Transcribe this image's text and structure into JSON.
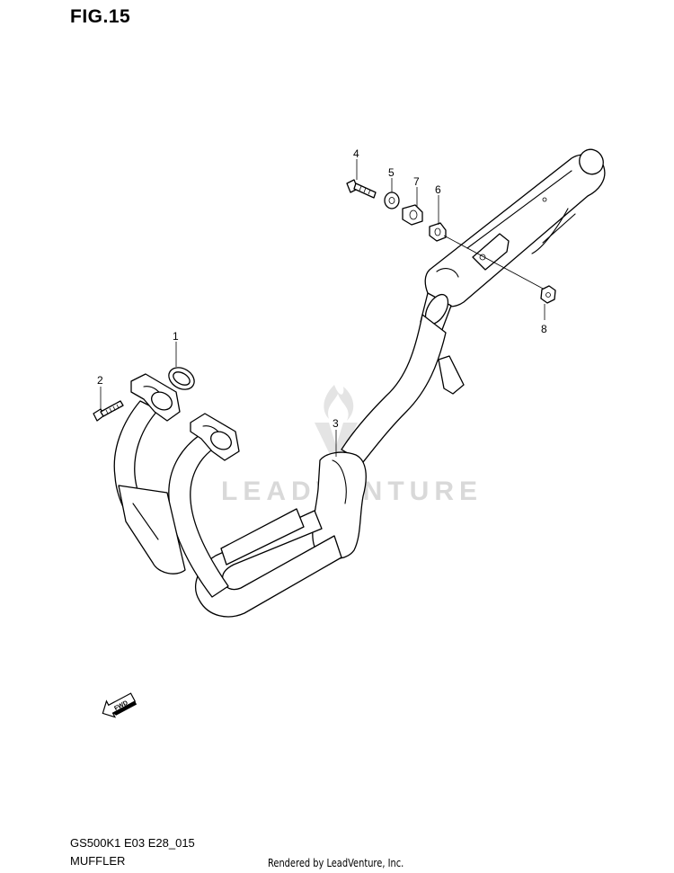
{
  "figure": {
    "title": "FIG.15",
    "code": "GS500K1 E03 E28_015",
    "name": "MUFFLER",
    "credit": "Rendered by LeadVenture, Inc.",
    "watermark": "LEADVENTURE",
    "fwd_label": "FWD"
  },
  "callouts": [
    {
      "id": "1",
      "label": "1"
    },
    {
      "id": "2",
      "label": "2"
    },
    {
      "id": "3",
      "label": "3"
    },
    {
      "id": "4",
      "label": "4"
    },
    {
      "id": "5",
      "label": "5"
    },
    {
      "id": "6",
      "label": "6"
    },
    {
      "id": "7",
      "label": "7"
    },
    {
      "id": "8",
      "label": "8"
    }
  ]
}
